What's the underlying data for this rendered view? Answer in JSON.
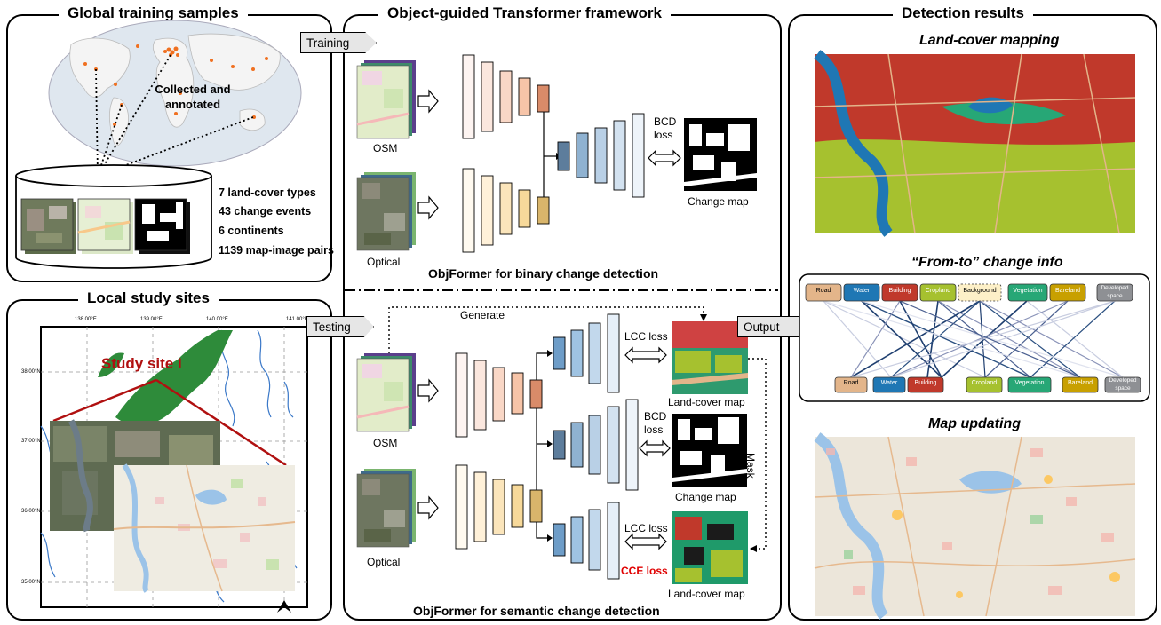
{
  "panels": {
    "global": {
      "title": "Global training samples"
    },
    "local": {
      "title": "Local study sites"
    },
    "framework": {
      "title": "Object-guided Transformer framework"
    },
    "results": {
      "title": "Detection results"
    }
  },
  "global": {
    "annotation": "Collected and annotated",
    "stats": [
      "7 land-cover types",
      "43 change events",
      "6 continents",
      "1139 map-image pairs"
    ]
  },
  "local": {
    "site_label": "Study site I",
    "longitudes": [
      "138.00°E",
      "139.00°E",
      "140.00°E",
      "141.00°E"
    ],
    "latitudes": [
      "38.00°N",
      "37.00°N",
      "36.00°N",
      "35.00°N"
    ]
  },
  "framework": {
    "training_tag": "Training",
    "testing_tag": "Testing",
    "output_tag": "Output",
    "osm_label": "OSM",
    "optical_label": "Optical",
    "bcd_loss": "BCD loss",
    "change_map": "Change map",
    "bcd_caption": "ObjFormer for binary change detection",
    "generate": "Generate",
    "lcc_loss": "LCC loss",
    "landcover_map": "Land-cover map",
    "mask": "Mask",
    "cce_loss": "CCE loss",
    "scd_caption": "ObjFormer for semantic change detection"
  },
  "results": {
    "mapping_title": "Land-cover mapping",
    "fromto_title": "“From-to” change info",
    "updating_title": "Map updating",
    "classes": [
      {
        "name": "Road",
        "color": "#e3b58a",
        "text": "#000"
      },
      {
        "name": "Water",
        "color": "#1f77b4",
        "text": "#fff"
      },
      {
        "name": "Building",
        "color": "#c0392b",
        "text": "#fff"
      },
      {
        "name": "Cropland",
        "color": "#a6c12f",
        "text": "#fff"
      },
      {
        "name": "Background",
        "color": "#fdf0c8",
        "text": "#000"
      },
      {
        "name": "Vegetation",
        "color": "#27a776",
        "text": "#fff"
      },
      {
        "name": "Bareland",
        "color": "#c8a000",
        "text": "#fff"
      },
      {
        "name": "Developed space",
        "color": "#8e9094",
        "text": "#fff"
      }
    ]
  },
  "colors": {
    "panel_border": "#000000",
    "cce_red": "#e00000",
    "site_red": "#b01010"
  }
}
